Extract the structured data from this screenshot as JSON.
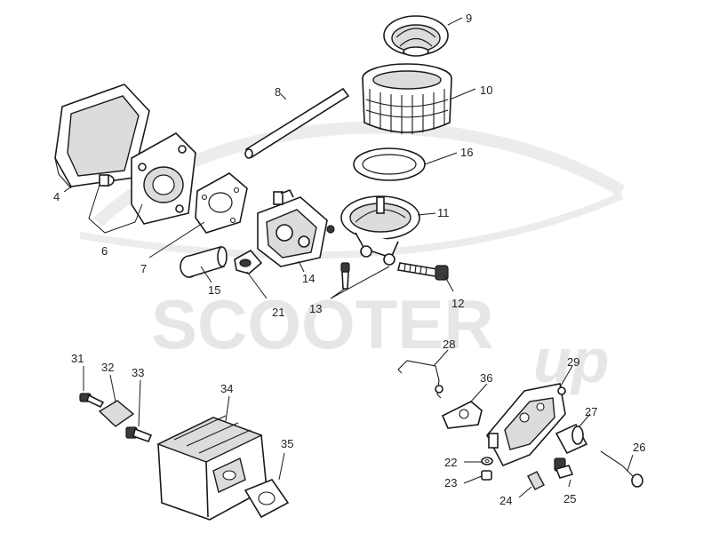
{
  "watermark": {
    "brand": "SCOOTER",
    "script": "up"
  },
  "callouts": [
    {
      "id": "9",
      "text": "9"
    },
    {
      "id": "10",
      "text": "10"
    },
    {
      "id": "8",
      "text": "8"
    },
    {
      "id": "16",
      "text": "16"
    },
    {
      "id": "11",
      "text": "11"
    },
    {
      "id": "4",
      "text": "4"
    },
    {
      "id": "6",
      "text": "6"
    },
    {
      "id": "7",
      "text": "7"
    },
    {
      "id": "15",
      "text": "15"
    },
    {
      "id": "14",
      "text": "14"
    },
    {
      "id": "21",
      "text": "21"
    },
    {
      "id": "13",
      "text": "13"
    },
    {
      "id": "12",
      "text": "12"
    },
    {
      "id": "31",
      "text": "31"
    },
    {
      "id": "32",
      "text": "32"
    },
    {
      "id": "33",
      "text": "33"
    },
    {
      "id": "34",
      "text": "34"
    },
    {
      "id": "35",
      "text": "35"
    },
    {
      "id": "28",
      "text": "28"
    },
    {
      "id": "36",
      "text": "36"
    },
    {
      "id": "29",
      "text": "29"
    },
    {
      "id": "27",
      "text": "27"
    },
    {
      "id": "22",
      "text": "22"
    },
    {
      "id": "23",
      "text": "23"
    },
    {
      "id": "26",
      "text": "26"
    },
    {
      "id": "24",
      "text": "24"
    },
    {
      "id": "25",
      "text": "25"
    }
  ]
}
